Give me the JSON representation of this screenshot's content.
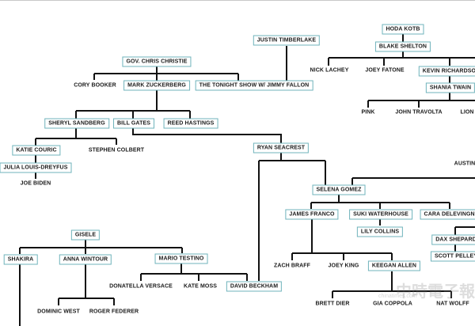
{
  "nodes": {
    "christie": "GOV. CHRIS CHRISTIE",
    "booker": "CORY BOOKER",
    "zuckerberg": "MARK ZUCKERBERG",
    "tonight": "THE TONIGHT SHOW W/ JIMMY FALLON",
    "timberlake": "JUSTIN TIMBERLAKE",
    "hoda": "HODA KOTB",
    "blake": "BLAKE SHELTON",
    "lachey": "NICK LACHEY",
    "fatone": "JOEY FATONE",
    "kevin": "KEVIN RICHARDSON",
    "shania": "SHANIA TWAIN",
    "pink": "PINK",
    "travolta": "JOHN TRAVOLTA",
    "lion": "LION",
    "sandberg": "SHERYL SANDBERG",
    "gates": "BILL GATES",
    "hastings": "REED HASTINGS",
    "couric": "KATIE COURIC",
    "colbert": "STEPHEN COLBERT",
    "julia": "JULIA LOUIS-DREYFUS",
    "biden": "JOE BIDEN",
    "seacrest": "RYAN SEACREST",
    "austin": "AUSTIN",
    "selena": "SELENA GOMEZ",
    "franco": "JAMES FRANCO",
    "suki": "SUKI WATERHOUSE",
    "cara": "CARA DELEVINGNE",
    "lily": "LILY COLLINS",
    "dax": "DAX SHEPARD",
    "pelley": "SCOTT PELLEY",
    "braff": "ZACH BRAFF",
    "king": "JOEY KING",
    "keegan": "KEEGAN ALLEN",
    "beckham": "DAVID BECKHAM",
    "dier": "BRETT DIER",
    "coppola": "GIA COPPOLA",
    "wolff": "NAT WOLFF",
    "gisele": "GISELE",
    "shakira": "SHAKIRA",
    "wintour": "ANNA WINTOUR",
    "testino": "MARIO TESTINO",
    "versace": "DONATELLA VERSACE",
    "moss": "KATE MOSS",
    "west": "DOMINIC WEST",
    "federer": "ROGER FEDERER"
  },
  "watermark": {
    "title": "中時電子報",
    "url": "chinatimes.com"
  },
  "colors": {
    "box_border": "#6fb3bb",
    "line": "#111111"
  }
}
